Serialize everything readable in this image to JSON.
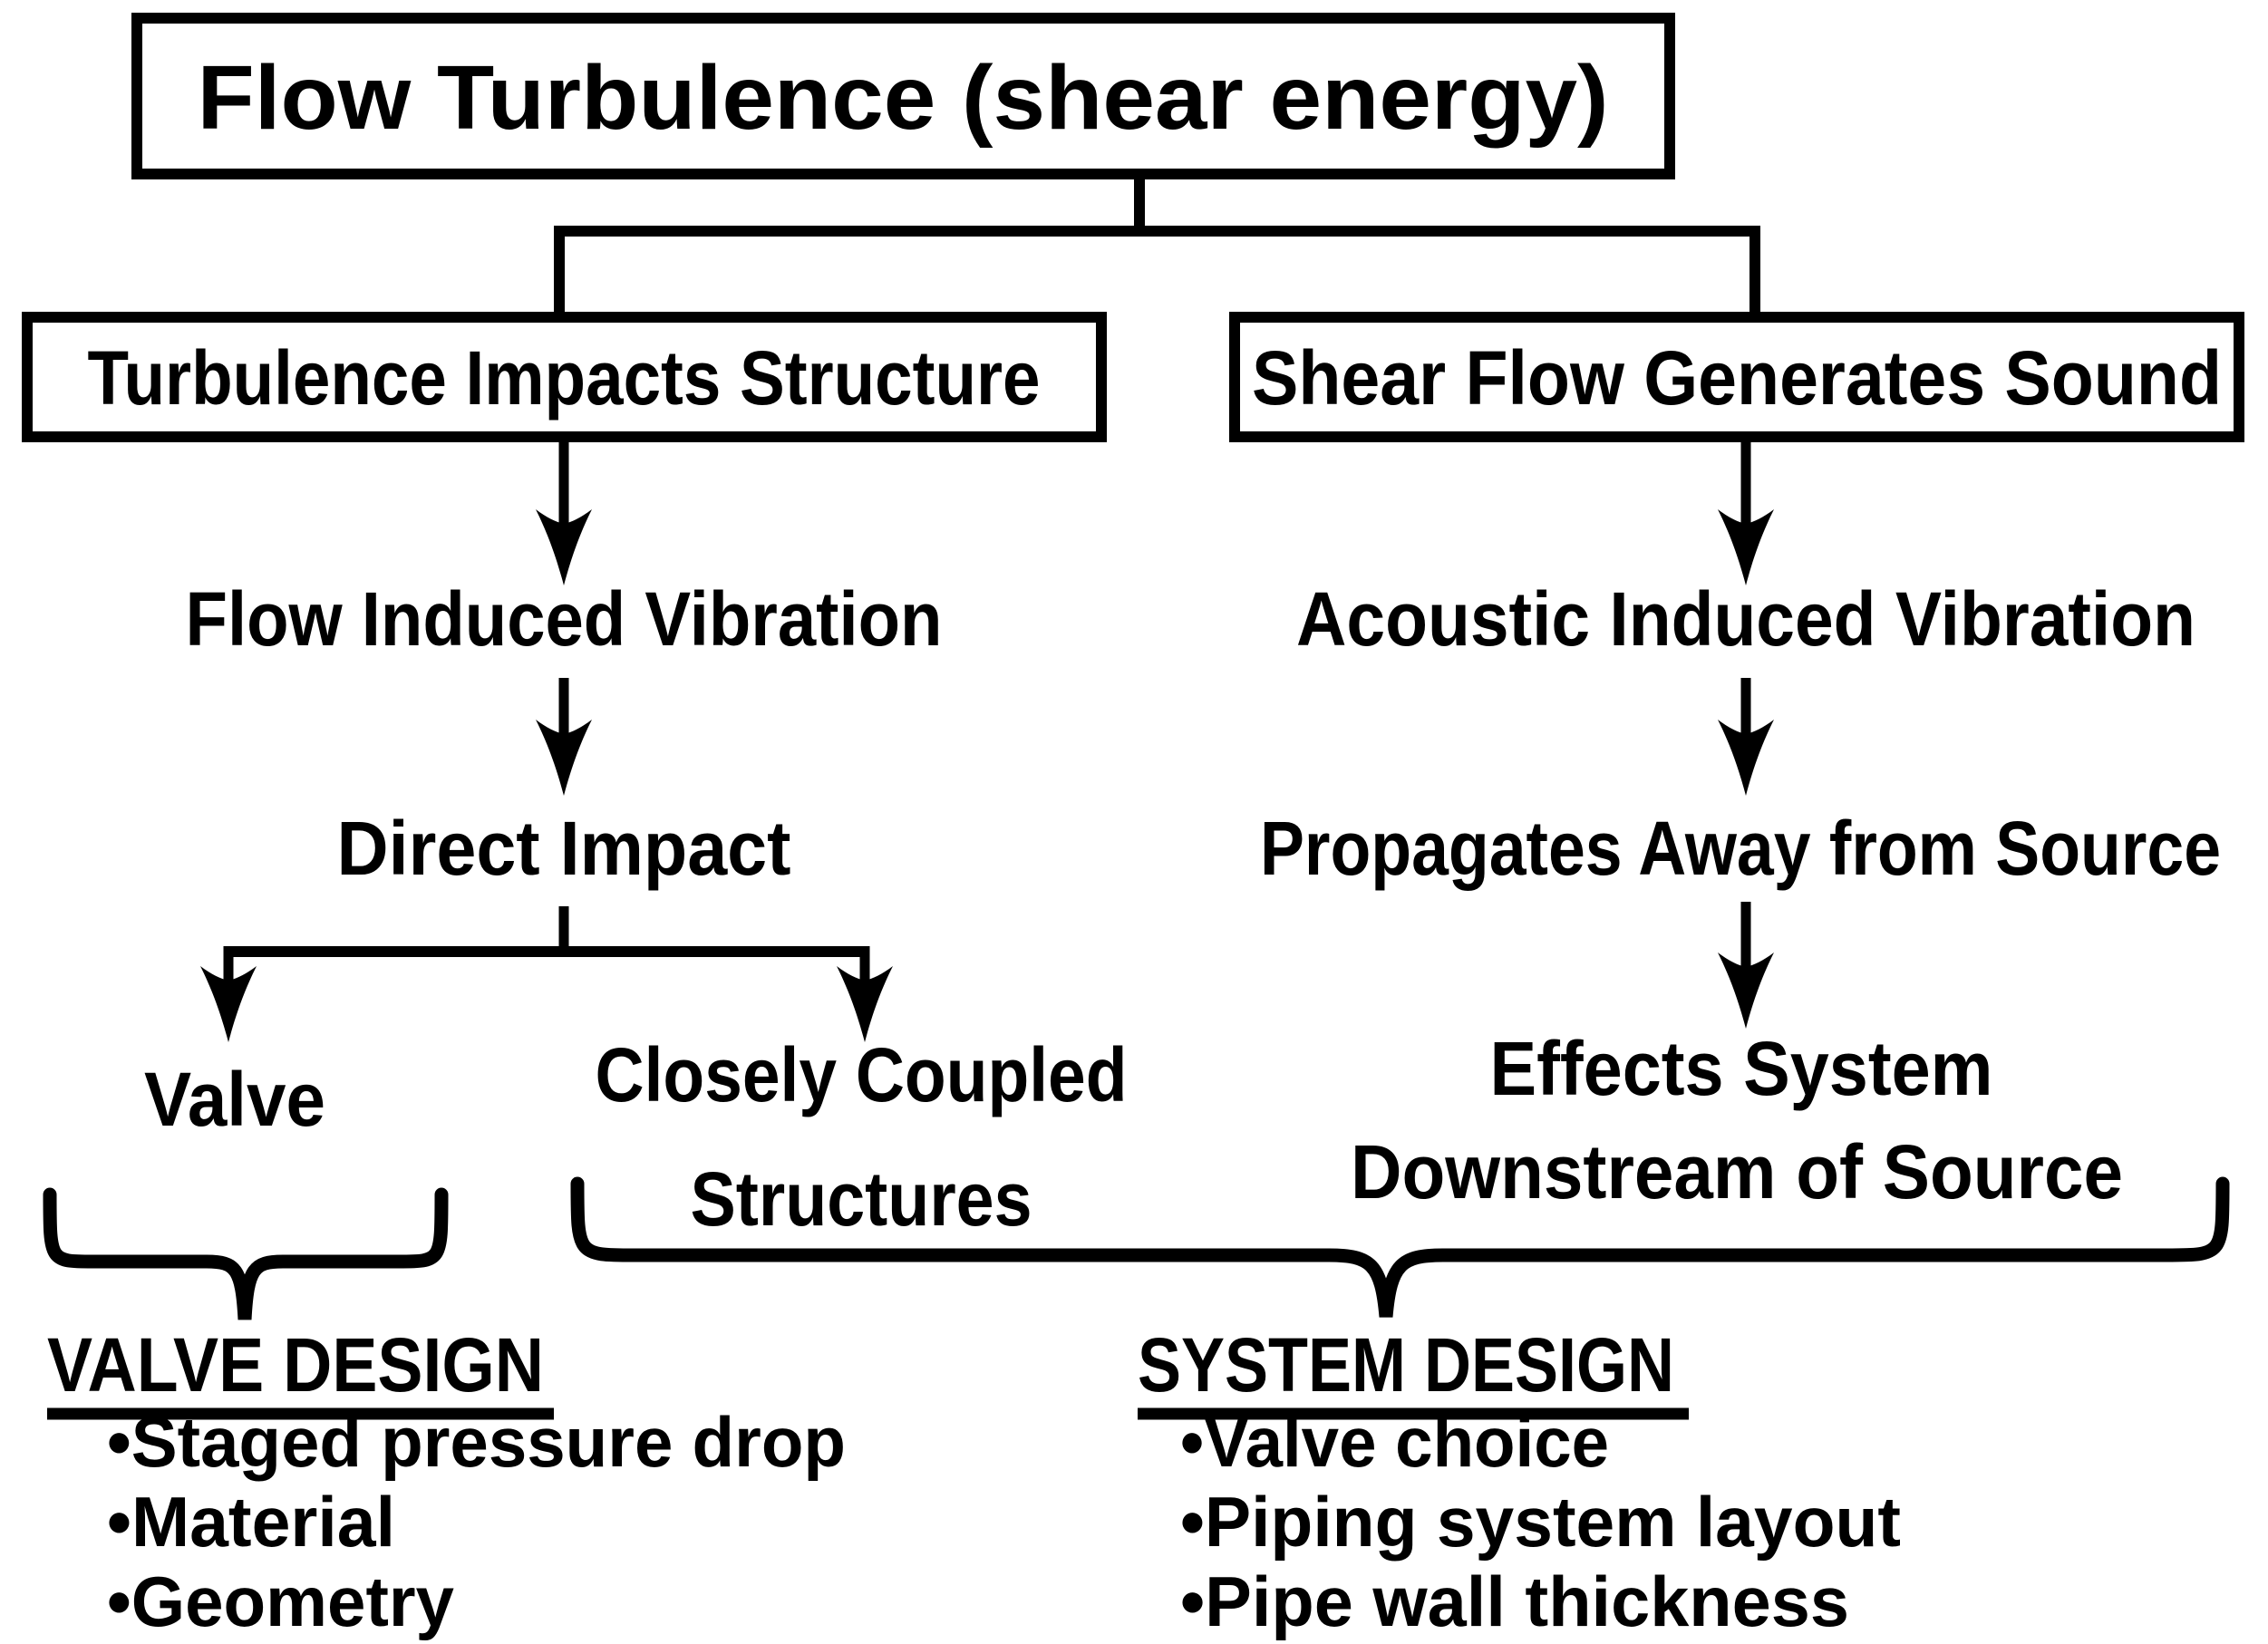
{
  "page": {
    "background": "#ffffff",
    "ink_color": "#000000",
    "bullet_marker": "•",
    "title": "Flow Turbulence (shear energy)",
    "left_branch": {
      "box_label": "Turbulence Impacts Structure",
      "node1": "Flow Induced Vibration",
      "node2": "Direct Impact",
      "leaf_valve": "Valve",
      "leaf_coupled_line1": "Closely Coupled",
      "leaf_coupled_line2": "Structures"
    },
    "right_branch": {
      "box_label": "Shear Flow Generates Sound",
      "node1": "Acoustic Induced Vibration",
      "node2": "Propagates Away from Source",
      "leaf_line1": "Effects System",
      "leaf_line2": "Downstream of Source"
    },
    "valve_design": {
      "heading": "VALVE DESIGN",
      "bullets": [
        "Staged pressure drop",
        "Material",
        "Geometry"
      ]
    },
    "system_design": {
      "heading": "SYSTEM DESIGN",
      "bullets": [
        "Valve choice",
        "Piping system layout",
        "Pipe wall thickness"
      ]
    }
  }
}
